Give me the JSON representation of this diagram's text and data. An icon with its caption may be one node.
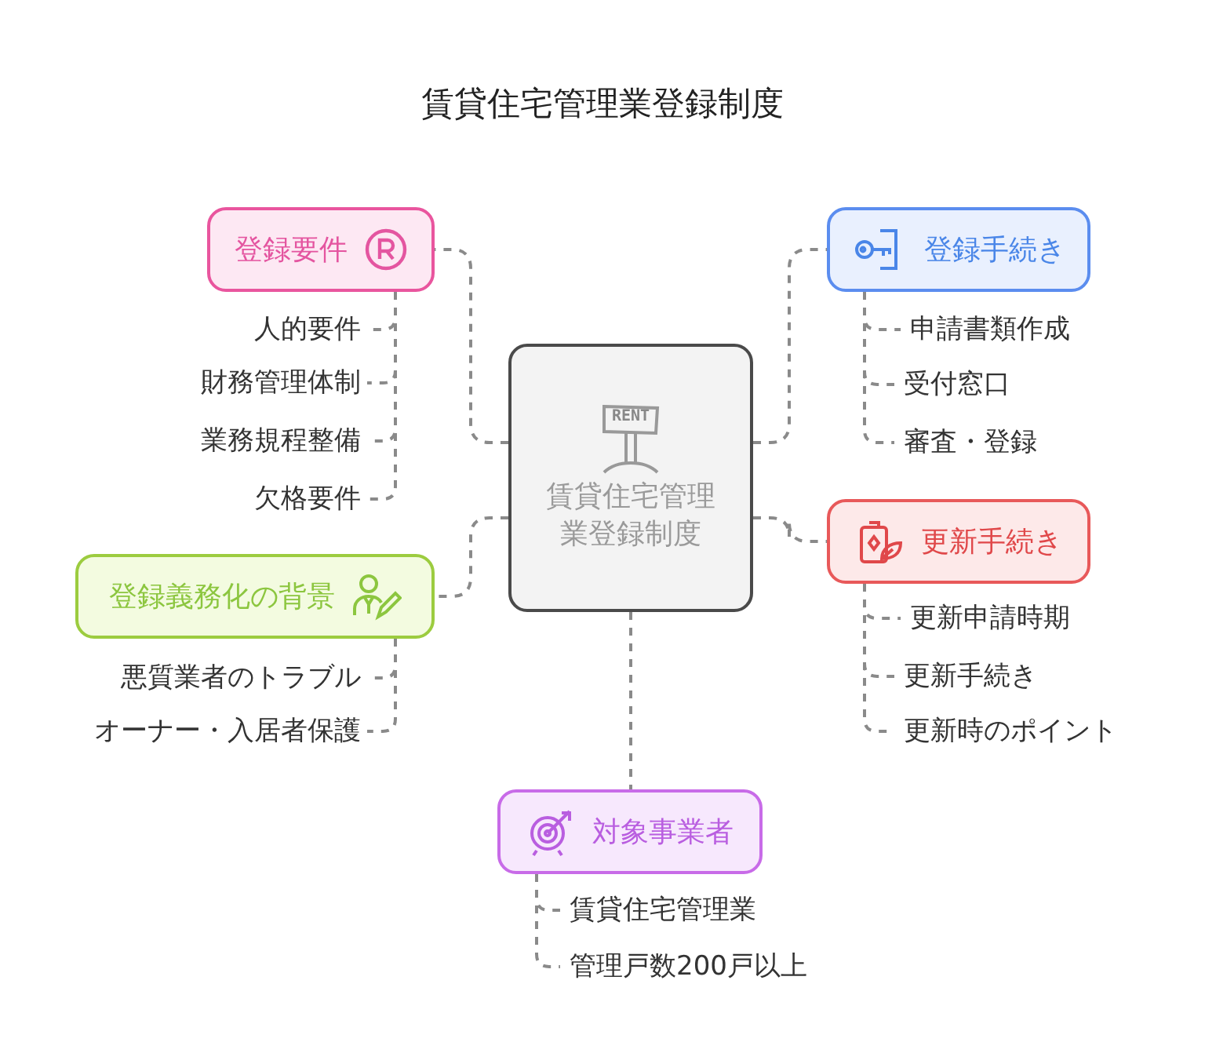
{
  "diagram": {
    "title": "賃貸住宅管理業登録制度",
    "nodes": [
      {
        "text": [
          "賃貸住宅管理業登録制度"
        ]
      },
      {
        "text": [
          "登録要件"
        ]
      },
      {
        "text": [
          "人的要件"
        ]
      },
      {
        "text": [
          "財務管理体制"
        ]
      },
      {
        "text": [
          "業務規程整備"
        ]
      },
      {
        "text": [
          "欠格要件"
        ]
      },
      {
        "text": [
          "登録手続き"
        ]
      },
      {
        "text": [
          "申請書類作成"
        ]
      },
      {
        "text": [
          "受付窓口"
        ]
      },
      {
        "text": [
          "審査・登録"
        ]
      },
      {
        "text": [
          "更新手続き"
        ]
      },
      {
        "text": [
          "更新申請時期"
        ]
      },
      {
        "text": [
          "更新手続き"
        ]
      },
      {
        "text": [
          "更新時のポイント"
        ]
      },
      {
        "text": [
          "登録義務化の背景"
        ]
      },
      {
        "text": [
          "悪質業者のトラブル"
        ]
      },
      {
        "text": [
          "オーナー・入居者保護"
        ]
      },
      {
        "text": [
          "対象事業者"
        ]
      },
      {
        "text": [
          "賃貸住宅管理業"
        ]
      },
      {
        "text": [
          "管理戸数200戸以上"
        ]
      }
    ],
    "edges": [
      {
        "from": 0,
        "to": 1,
        "arrow": "none"
      },
      {
        "from": 0,
        "to": 6,
        "arrow": "none"
      },
      {
        "from": 0,
        "to": 10,
        "arrow": "none"
      },
      {
        "from": 0,
        "to": 14,
        "arrow": "none"
      },
      {
        "from": 0,
        "to": 17,
        "arrow": "none"
      },
      {
        "from": 1,
        "to": 2,
        "arrow": "none"
      },
      {
        "from": 1,
        "to": 3,
        "arrow": "none"
      },
      {
        "from": 1,
        "to": 4,
        "arrow": "none"
      },
      {
        "from": 1,
        "to": 5,
        "arrow": "none"
      },
      {
        "from": 6,
        "to": 7,
        "arrow": "none"
      },
      {
        "from": 6,
        "to": 8,
        "arrow": "none"
      },
      {
        "from": 6,
        "to": 9,
        "arrow": "none"
      },
      {
        "from": 10,
        "to": 11,
        "arrow": "none"
      },
      {
        "from": 10,
        "to": 12,
        "arrow": "none"
      },
      {
        "from": 10,
        "to": 13,
        "arrow": "none"
      },
      {
        "from": 14,
        "to": 15,
        "arrow": "none"
      },
      {
        "from": 14,
        "to": 16,
        "arrow": "none"
      },
      {
        "from": 17,
        "to": 18,
        "arrow": "none"
      },
      {
        "from": 17,
        "to": 19,
        "arrow": "none"
      }
    ],
    "labels": [
      "RENT"
    ]
  }
}
